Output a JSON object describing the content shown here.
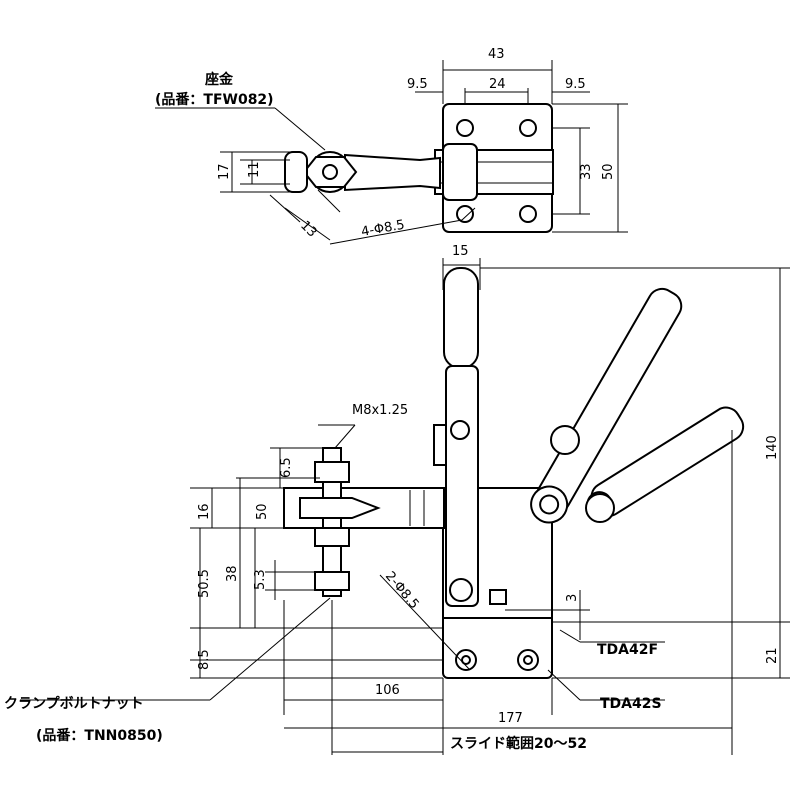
{
  "top_view": {
    "washer_label": "座金",
    "washer_part_no": "(品番：TFW082)",
    "dim_43": "43",
    "dim_24": "24",
    "dim_9_5_left": "9.5",
    "dim_9_5_right": "9.5",
    "dim_33": "33",
    "dim_50": "50",
    "dim_17": "17",
    "dim_11": "11",
    "dim_13": "13",
    "hole_spec": "4-Φ8.5"
  },
  "front_view": {
    "dim_15": "15",
    "dim_140": "140",
    "bolt_thread": "M8x1.25",
    "dim_6_5": "6.5",
    "dim_16": "16",
    "dim_50": "50",
    "dim_38": "38",
    "dim_5_3": "5.3",
    "dim_50_5": "50.5",
    "dim_8_5": "8.5",
    "dim_3": "3",
    "dim_21": "21",
    "dim_106": "106",
    "dim_177": "177",
    "hole_spec_2": "2-Φ8.5",
    "model_f": "TDA42F",
    "model_s": "TDA42S",
    "clamp_bolt_nut": "クランプボルトナット",
    "clamp_part_no": "(品番：TNN0850)",
    "slide_range": "スライド範囲20～52"
  }
}
